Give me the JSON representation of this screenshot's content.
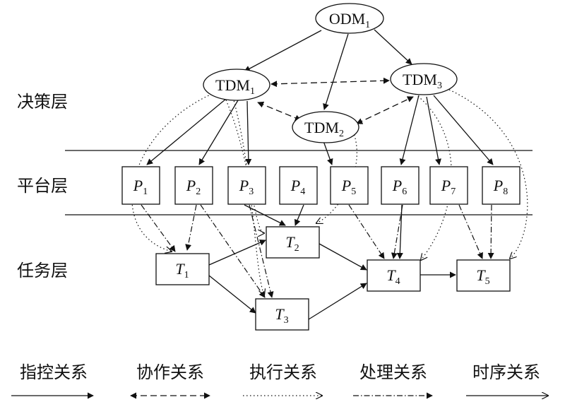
{
  "layers": {
    "decision": "决策层",
    "platform": "平台层",
    "task": "任务层"
  },
  "nodes": {
    "ODM1": {
      "base": "ODM",
      "sub": "1"
    },
    "TDM1": {
      "base": "TDM",
      "sub": "1"
    },
    "TDM2": {
      "base": "TDM",
      "sub": "2"
    },
    "TDM3": {
      "base": "TDM",
      "sub": "3"
    },
    "P1": {
      "base": "P",
      "sub": "1"
    },
    "P2": {
      "base": "P",
      "sub": "2"
    },
    "P3": {
      "base": "P",
      "sub": "3"
    },
    "P4": {
      "base": "P",
      "sub": "4"
    },
    "P5": {
      "base": "P",
      "sub": "5"
    },
    "P6": {
      "base": "P",
      "sub": "6"
    },
    "P7": {
      "base": "P",
      "sub": "7"
    },
    "P8": {
      "base": "P",
      "sub": "8"
    },
    "T1": {
      "base": "T",
      "sub": "1"
    },
    "T2": {
      "base": "T",
      "sub": "2"
    },
    "T3": {
      "base": "T",
      "sub": "3"
    },
    "T4": {
      "base": "T",
      "sub": "4"
    },
    "T5": {
      "base": "T",
      "sub": "5"
    }
  },
  "legend": {
    "control": "指控关系",
    "cooperate": "协作关系",
    "execute": "执行关系",
    "process": "处理关系",
    "sequence": "时序关系"
  },
  "colors": {
    "ink": "#111111",
    "background": "#ffffff"
  }
}
